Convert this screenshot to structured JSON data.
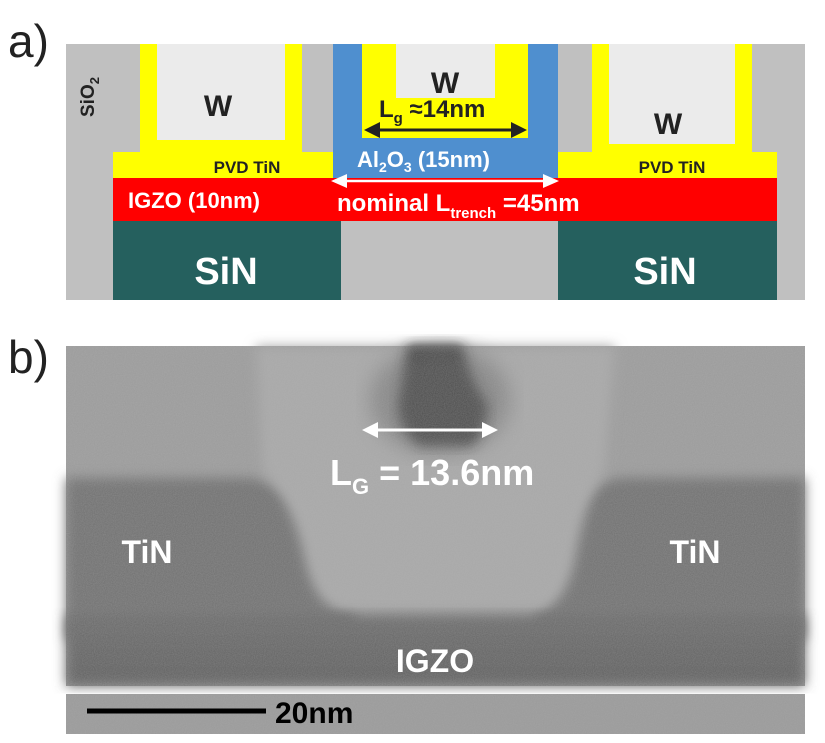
{
  "panel_a": {
    "label": "a)",
    "oxide": {
      "base": "SiO",
      "sub": "2"
    },
    "tungsten_left": "W",
    "tungsten_center": "W",
    "tungsten_right": "W",
    "gate_length": {
      "main": "L",
      "sub": "g",
      "rest": " ≈14nm"
    },
    "dielectric": {
      "main1": "Al",
      "sub1": "2",
      "main2": "O",
      "sub2": "3",
      "rest": " (15nm)"
    },
    "pvd_left": "PVD TiN",
    "pvd_right": "PVD TiN",
    "igzo": "IGZO (10nm)",
    "trench": {
      "main": "nominal L",
      "sub": "trench",
      "rest": " =45nm"
    },
    "sin_left": "SiN",
    "sin_right": "SiN",
    "colors": {
      "sio2": "#c0c0c0",
      "tungsten": "#ebebeb",
      "tin": "#ffff00",
      "al2o3": "#4f8fcf",
      "igzo": "#ff0000",
      "sin": "#25605e",
      "arrow": "#222222"
    }
  },
  "panel_b": {
    "label": "b)",
    "gate_length": {
      "main": "L",
      "sub": "G",
      "rest": " = 13.6nm"
    },
    "tin_left": "TiN",
    "tin_right": "TiN",
    "igzo": "IGZO",
    "scale_bar": "20nm"
  }
}
